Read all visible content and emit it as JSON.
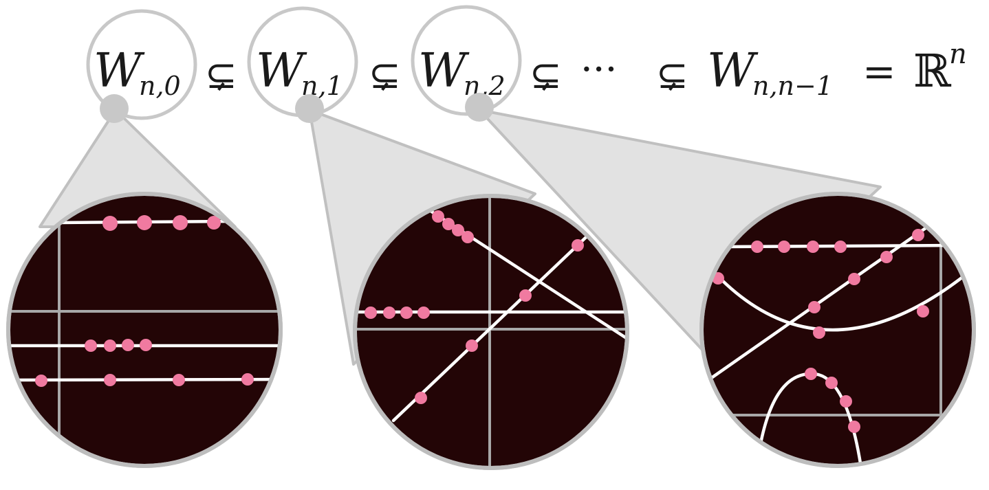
{
  "formula": {
    "terms": [
      {
        "main": "W",
        "sub": "n,0"
      },
      {
        "main": "W",
        "sub": "n,1"
      },
      {
        "main": "W",
        "sub": "n,2"
      },
      {
        "main": "W",
        "sub": "n,n−1"
      }
    ],
    "subset_symbol": "⊊",
    "ellipsis": "···",
    "equals": "=",
    "space": "ℝ",
    "space_sup": "n"
  },
  "colors": {
    "disk_background": "#230506",
    "curve": "#ffffff",
    "gridline": "#a8a8a8",
    "point": "#f07aa0",
    "highlight": "#c8c8c8",
    "cone": "#e2e2e2"
  },
  "panels": [
    {
      "zooms_into": "W_{n,0}",
      "contents": "horizontal lines"
    },
    {
      "zooms_into": "W_{n,1}",
      "contents": "lines"
    },
    {
      "zooms_into": "W_{n,2}",
      "contents": "conics"
    }
  ]
}
